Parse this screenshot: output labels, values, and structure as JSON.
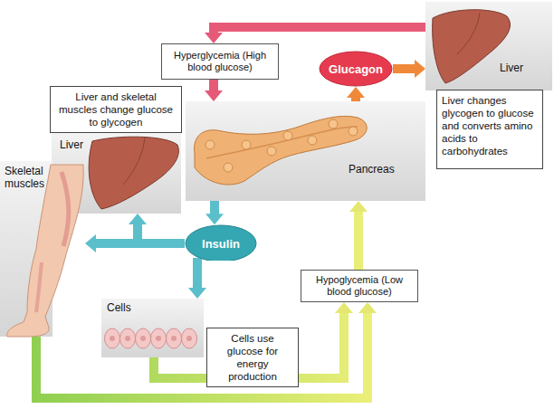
{
  "diagram": {
    "nodes": [
      {
        "text": [
          "Hyperglycemia (High blood glucose)"
        ]
      },
      {
        "text": [
          "Glucagon"
        ]
      },
      {
        "text": [
          "Liver"
        ]
      },
      {
        "text": [
          "Liver changes glycogen to glucose and converts amino acids to carbohydrates"
        ]
      },
      {
        "text": [
          "Liver and skeletal muscles change glucose to glycogen"
        ]
      },
      {
        "text": [
          "Liver"
        ]
      },
      {
        "text": [
          "Pancreas"
        ]
      },
      {
        "text": [
          "Skeletal muscles"
        ]
      },
      {
        "text": [
          "Insulin"
        ]
      },
      {
        "text": [
          "Cells"
        ]
      },
      {
        "text": [
          "Cells use glucose for energy production"
        ]
      },
      {
        "text": [
          "Hypoglycemia (Low blood glucose)"
        ]
      }
    ],
    "edges": [
      {
        "from": 2,
        "to": 0,
        "arrow": "to"
      },
      {
        "from": 0,
        "to": 6,
        "arrow": "to"
      },
      {
        "from": 6,
        "to": 1,
        "arrow": "to"
      },
      {
        "from": 1,
        "to": 2,
        "arrow": "to"
      },
      {
        "from": 6,
        "to": 8,
        "arrow": "to"
      },
      {
        "from": 8,
        "to": 5,
        "arrow": "to"
      },
      {
        "from": 8,
        "to": 7,
        "arrow": "to"
      },
      {
        "from": 8,
        "to": 9,
        "arrow": "to"
      },
      {
        "from": 9,
        "to": 11,
        "arrow": "to"
      },
      {
        "from": 7,
        "to": 11,
        "arrow": "to"
      },
      {
        "from": 11,
        "to": 6,
        "arrow": "to"
      }
    ]
  }
}
